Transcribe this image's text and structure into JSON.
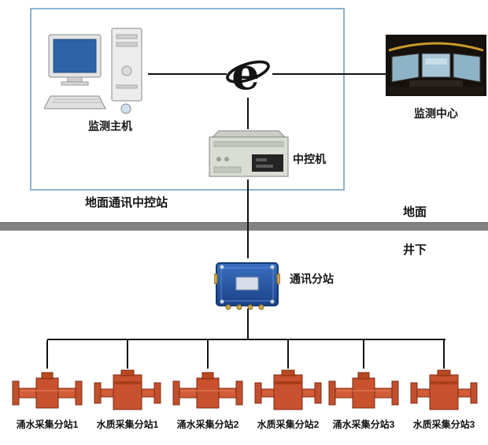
{
  "labels": {
    "ground_station": "地面通讯中控站",
    "host": "监测主机",
    "center": "监测中心",
    "server": "中控机",
    "surface": "地面",
    "underground": "井下",
    "substation": "通讯分站"
  },
  "devices": [
    {
      "label": "涌水采集分站1",
      "type": "flow"
    },
    {
      "label": "水质采集分站1",
      "type": "quality"
    },
    {
      "label": "涌水采集分站2",
      "type": "flow"
    },
    {
      "label": "水质采集分站2",
      "type": "quality"
    },
    {
      "label": "涌水采集分站3",
      "type": "flow"
    },
    {
      "label": "水质采集分站3",
      "type": "quality"
    }
  ],
  "colors": {
    "frame_border": "#8fb3cf",
    "divider_gray": "#828282",
    "connector_line": "#121212",
    "device_orange": "#c8512e",
    "substation_blue": "#2a5fb0",
    "monitor_screen_blue": "#2f63a8"
  }
}
